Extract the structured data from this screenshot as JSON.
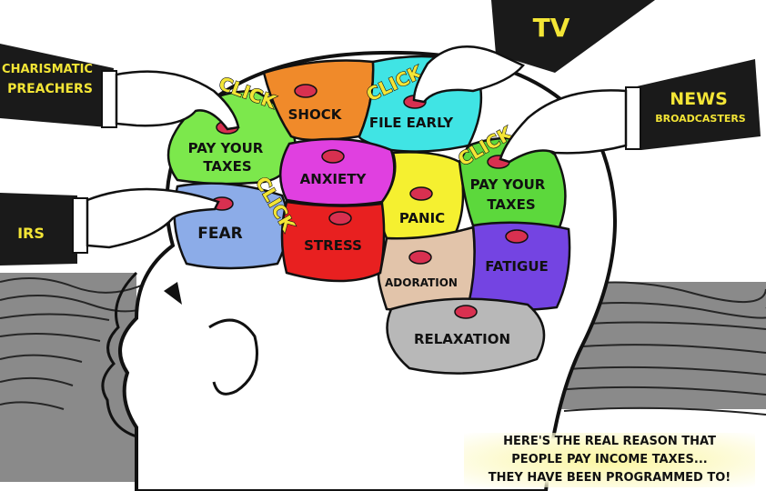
{
  "sleeves": {
    "preachers": [
      "CHARISMATIC",
      "PREACHERS"
    ],
    "irs": "IRS",
    "tv": "TV",
    "news": [
      "NEWS",
      "BROADCASTERS"
    ]
  },
  "click_label": "CLICK",
  "regions": {
    "pay_taxes_left": [
      "PAY YOUR",
      "TAXES"
    ],
    "shock": "SHOCK",
    "file_early": "FILE EARLY",
    "anxiety": "ANXIETY",
    "panic": "PANIC",
    "pay_taxes_right": [
      "PAY YOUR",
      "TAXES"
    ],
    "fear": "FEAR",
    "stress": "STRESS",
    "adoration": "ADORATION",
    "fatigue": "FATIGUE",
    "relaxation": "RELAXATION"
  },
  "caption": [
    "HERE'S THE REAL REASON THAT",
    "PEOPLE PAY INCOME TAXES...",
    "THEY HAVE BEEN PROGRAMMED TO!"
  ],
  "colors": {
    "green": "#7ce84c",
    "orange": "#f08a2a",
    "cyan": "#40e4e4",
    "magenta": "#e040e0",
    "yellow": "#f5f030",
    "green2": "#5cd83c",
    "blue": "#8cace8",
    "red": "#e82020",
    "tan": "#e2c4aa",
    "purple": "#7444e2",
    "gray": "#b8b8b8",
    "button": "#d83050"
  }
}
